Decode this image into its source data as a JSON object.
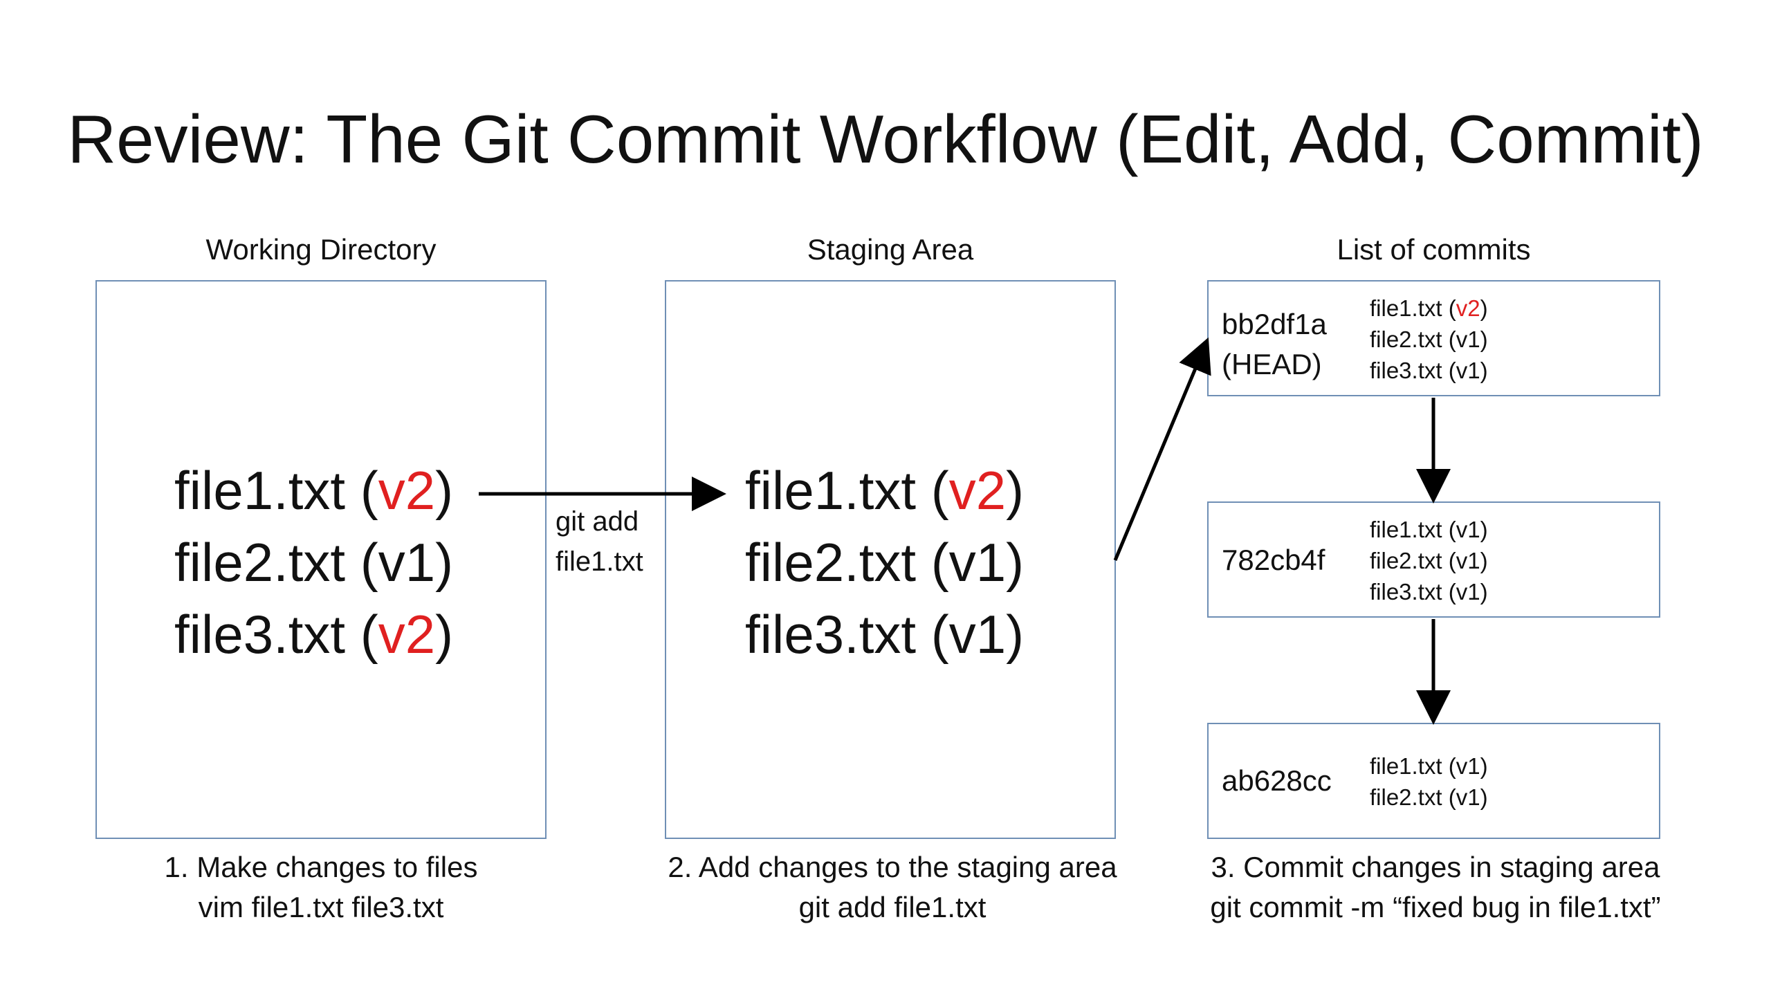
{
  "title": "Review: The Git Commit Workflow (Edit, Add, Commit)",
  "columns": {
    "working": {
      "heading": "Working Directory",
      "files": [
        {
          "name": "file1.txt",
          "open": "(",
          "version": "v2",
          "close": ")"
        },
        {
          "name": "file2.txt",
          "open": "(",
          "version": "v1",
          "close": ")"
        },
        {
          "name": "file3.txt",
          "open": "(",
          "version": "v2",
          "close": ")"
        }
      ],
      "caption_line1": "1. Make changes to files",
      "caption_line2": "vim file1.txt file3.txt"
    },
    "staging": {
      "heading": "Staging Area",
      "files": [
        {
          "name": "file1.txt",
          "open": "(",
          "version": "v2",
          "close": ")"
        },
        {
          "name": "file2.txt",
          "open": "(",
          "version": "v1",
          "close": ")"
        },
        {
          "name": "file3.txt",
          "open": "(",
          "version": "v1",
          "close": ")"
        }
      ],
      "caption_line1": "2. Add changes to the staging area",
      "caption_line2": "git add file1.txt"
    },
    "commits": {
      "heading": "List of commits",
      "items": [
        {
          "hash": "bb2df1a",
          "tag": "(HEAD)",
          "files": [
            {
              "name": "file1.txt",
              "open": "(",
              "version": "v2",
              "close": ")"
            },
            {
              "name": "file2.txt",
              "open": "(",
              "version": "v1",
              "close": ")"
            },
            {
              "name": "file3.txt",
              "open": "(",
              "version": "v1",
              "close": ")"
            }
          ]
        },
        {
          "hash": "782cb4f",
          "tag": "",
          "files": [
            {
              "name": "file1.txt",
              "open": "(",
              "version": "v1",
              "close": ")"
            },
            {
              "name": "file2.txt",
              "open": "(",
              "version": "v1",
              "close": ")"
            },
            {
              "name": "file3.txt",
              "open": "(",
              "version": "v1",
              "close": ")"
            }
          ]
        },
        {
          "hash": "ab628cc",
          "tag": "",
          "files": [
            {
              "name": "file1.txt",
              "open": "(",
              "version": "v1",
              "close": ")"
            },
            {
              "name": "file2.txt",
              "open": "(",
              "version": "v1",
              "close": ")"
            }
          ]
        }
      ],
      "caption_line1": "3. Commit changes in staging area",
      "caption_line2": "git commit -m “fixed bug in file1.txt”"
    }
  },
  "add_arrow": {
    "line1": "git add",
    "line2": "file1.txt"
  },
  "colors": {
    "box_border": "#6f8fb5",
    "changed_version": "#e02020",
    "arrow": "#000000"
  }
}
